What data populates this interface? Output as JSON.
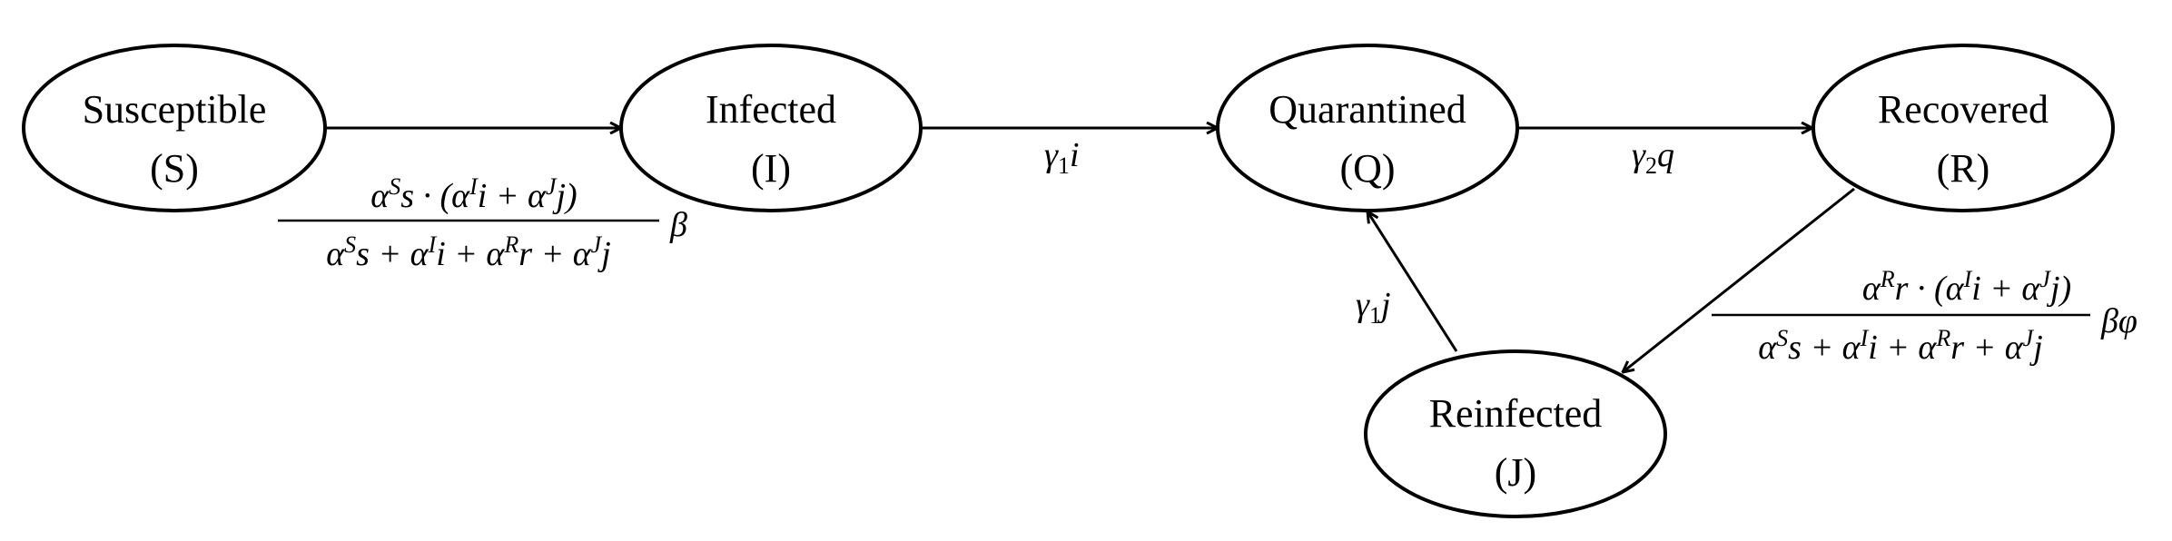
{
  "nodes": {
    "S": {
      "name": "Susceptible",
      "abbr": "(S)"
    },
    "I": {
      "name": "Infected",
      "abbr": "(I)"
    },
    "Q": {
      "name": "Quarantined",
      "abbr": "(Q)"
    },
    "R": {
      "name": "Recovered",
      "abbr": "(R)"
    },
    "J": {
      "name": "Reinfected",
      "abbr": "(J)"
    }
  },
  "edges": {
    "s_to_i": {
      "from": "Susceptible",
      "to": "Infected",
      "factor": "β"
    },
    "i_to_q": {
      "from": "Infected",
      "to": "Quarantined",
      "rate": "γ",
      "rate_sub": "1",
      "var": "i"
    },
    "q_to_r": {
      "from": "Quarantined",
      "to": "Recovered",
      "rate": "γ",
      "rate_sub": "2",
      "var": "q"
    },
    "r_to_j": {
      "from": "Recovered",
      "to": "Reinfected",
      "factor": "βφ"
    },
    "j_to_q": {
      "from": "Reinfected",
      "to": "Quarantined",
      "rate": "γ",
      "rate_sub": "1",
      "var": "j"
    }
  }
}
